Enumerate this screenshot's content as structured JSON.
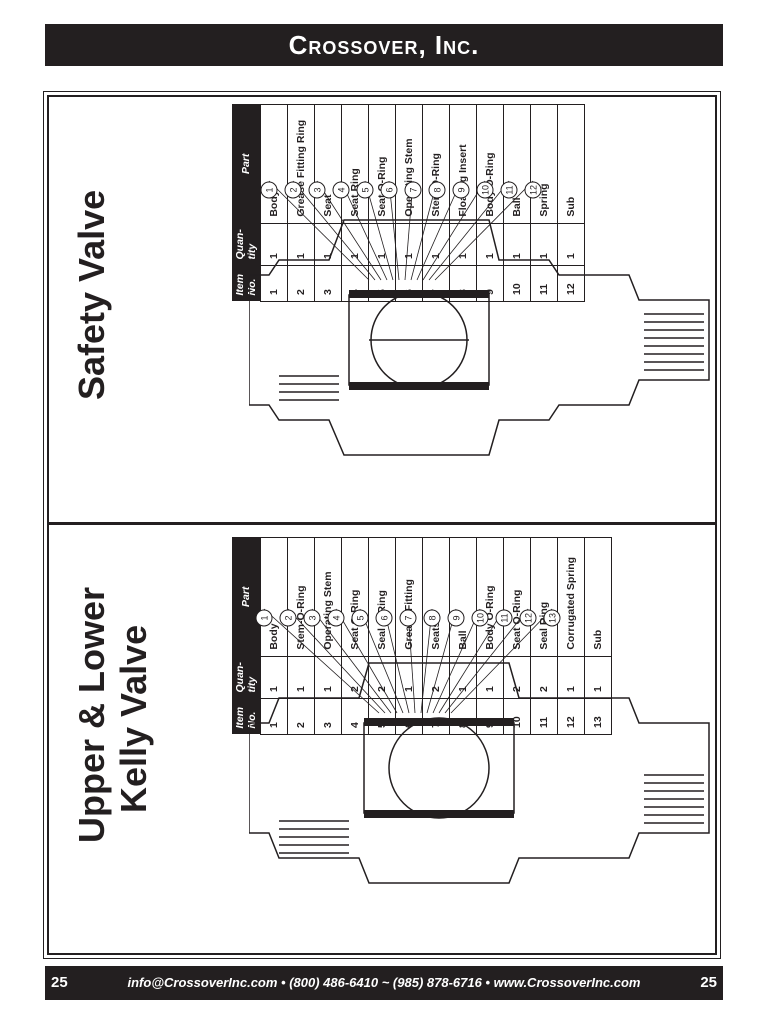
{
  "header": {
    "company": "Crossover, Inc."
  },
  "safety_valve": {
    "title": "Safety Valve",
    "table": {
      "headers": {
        "item": "Item No.",
        "quantity": "Quan- tity",
        "part": "Part"
      },
      "rows": [
        {
          "item": "1",
          "qty": "1",
          "part": "Body"
        },
        {
          "item": "2",
          "qty": "1",
          "part": "Grease Fitting Ring"
        },
        {
          "item": "3",
          "qty": "1",
          "part": "Seat"
        },
        {
          "item": "4",
          "qty": "1",
          "part": "Seat Ring"
        },
        {
          "item": "5",
          "qty": "1",
          "part": "Seat O-Ring"
        },
        {
          "item": "6",
          "qty": "1",
          "part": "Operating Stem"
        },
        {
          "item": "7",
          "qty": "1",
          "part": "Stem O-Ring"
        },
        {
          "item": "8",
          "qty": "1",
          "part": "Floating Insert"
        },
        {
          "item": "9",
          "qty": "1",
          "part": "Body O-Ring"
        },
        {
          "item": "10",
          "qty": "1",
          "part": "Ball"
        },
        {
          "item": "11",
          "qty": "1",
          "part": "Spring"
        },
        {
          "item": "12",
          "qty": "1",
          "part": "Sub"
        }
      ]
    },
    "callouts": [
      "1",
      "2",
      "3",
      "4",
      "5",
      "6",
      "7",
      "8",
      "9",
      "10",
      "11",
      "12"
    ]
  },
  "kelly_valve": {
    "title_line1": "Upper & Lower",
    "title_line2": "Kelly Valve",
    "table": {
      "headers": {
        "item": "Item No.",
        "quantity": "Quan- tity",
        "part": "Part"
      },
      "rows": [
        {
          "item": "1",
          "qty": "1",
          "part": "Body"
        },
        {
          "item": "2",
          "qty": "1",
          "part": "Stem-O-Ring"
        },
        {
          "item": "3",
          "qty": "1",
          "part": "Operating Stem"
        },
        {
          "item": "4",
          "qty": "2",
          "part": "Seat O-Ring"
        },
        {
          "item": "5",
          "qty": "2",
          "part": "Seal O-Ring"
        },
        {
          "item": "6",
          "qty": "1",
          "part": "Grease Fitting"
        },
        {
          "item": "7",
          "qty": "2",
          "part": "Seats"
        },
        {
          "item": "8",
          "qty": "1",
          "part": "Ball"
        },
        {
          "item": "9",
          "qty": "1",
          "part": "Body O-Ring"
        },
        {
          "item": "10",
          "qty": "2",
          "part": "Seat O-Ring"
        },
        {
          "item": "11",
          "qty": "2",
          "part": "Seal Ring"
        },
        {
          "item": "12",
          "qty": "1",
          "part": "Corrugated Spring"
        },
        {
          "item": "13",
          "qty": "1",
          "part": "Sub"
        }
      ]
    },
    "callouts": [
      "1",
      "2",
      "3",
      "4",
      "5",
      "6",
      "7",
      "8",
      "9",
      "10",
      "11",
      "12",
      "13"
    ]
  },
  "footer": {
    "page_left": "25",
    "page_right": "25",
    "contact": "info@CrossoverInc.com • (800) 486-6410 ~ (985) 878-6716 • www.CrossoverInc.com"
  }
}
